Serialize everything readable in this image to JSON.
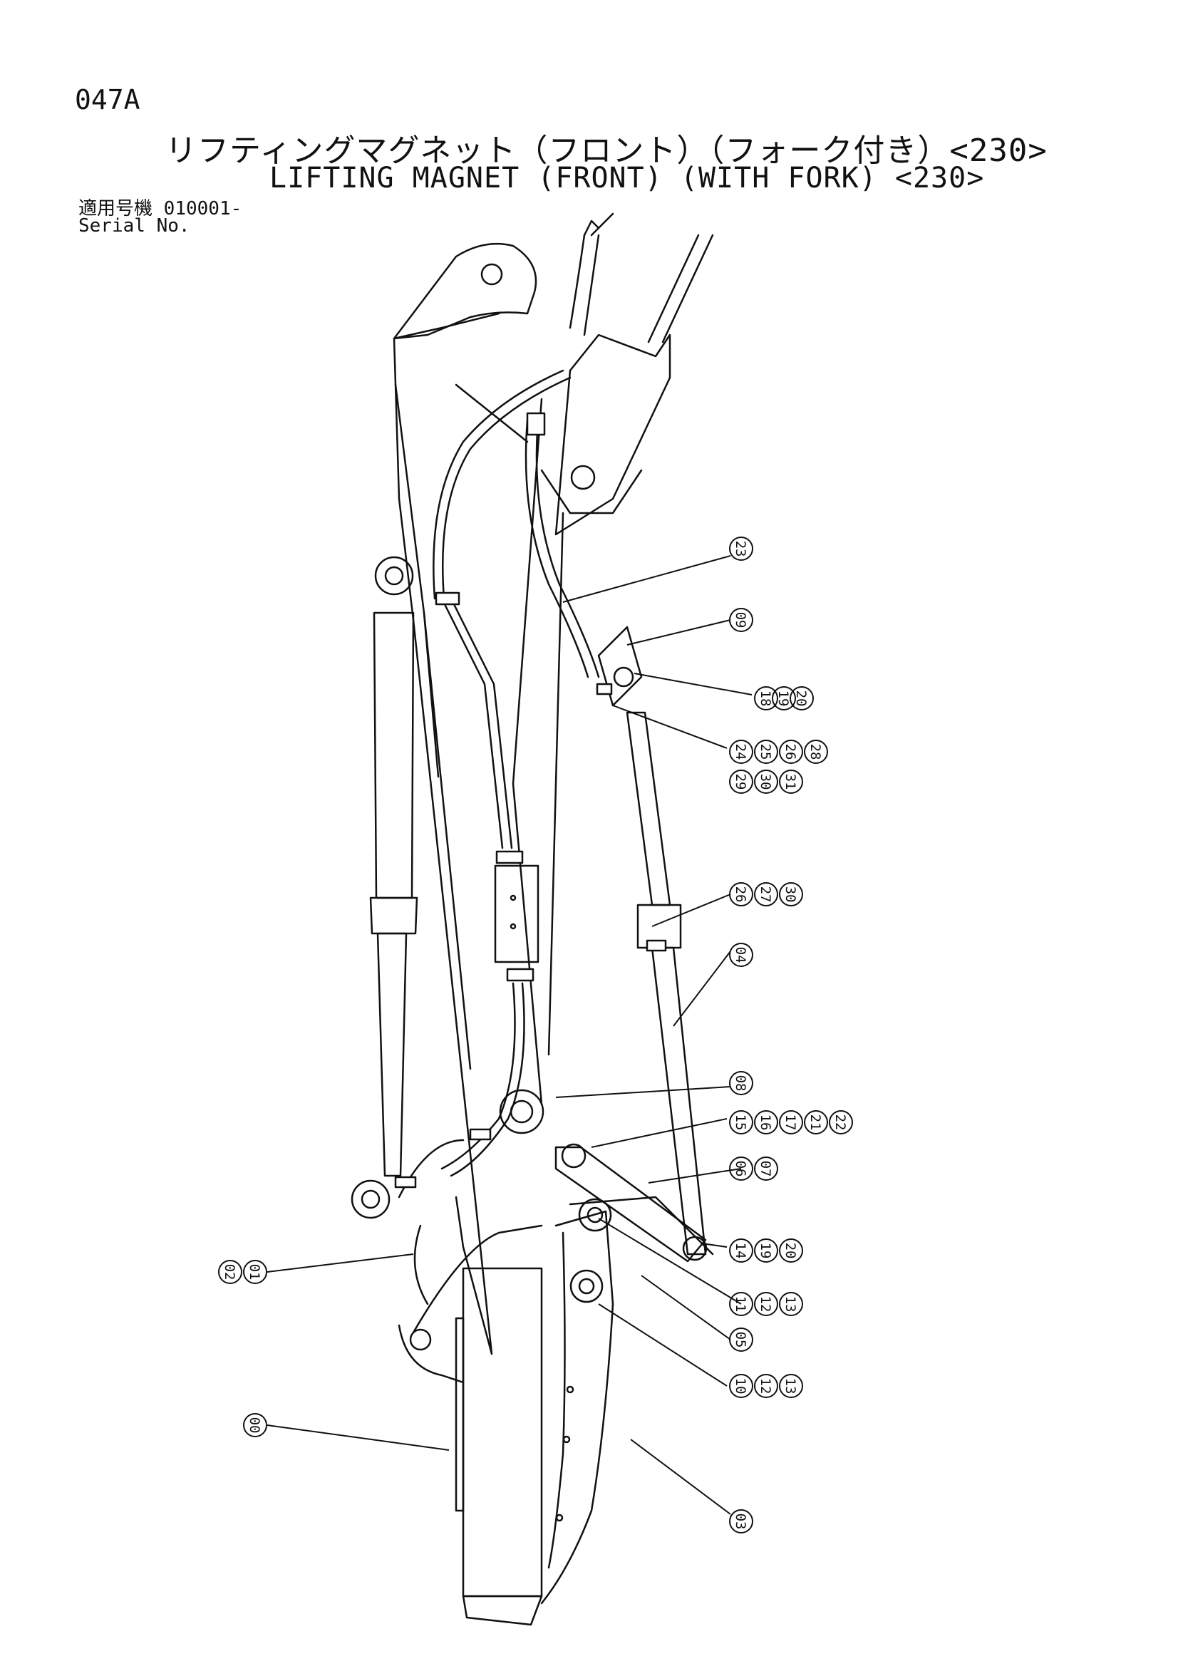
{
  "header": {
    "page_code": "047A",
    "title_jp": "リフティングマグネット（フロント）（フォーク付き）<230>",
    "title_en": "LIFTING MAGNET (FRONT) (WITH FORK) <230>",
    "serial_label_jp": "適用号機",
    "serial_value": "010001-",
    "serial_label_en": "Serial No."
  },
  "callouts": [
    {
      "id": "c23",
      "labels": [
        "23"
      ]
    },
    {
      "id": "c09",
      "labels": [
        "09"
      ]
    },
    {
      "id": "c18",
      "labels": [
        "18",
        "19",
        "20"
      ]
    },
    {
      "id": "c24",
      "labels": [
        "24",
        "25",
        "26",
        "28"
      ]
    },
    {
      "id": "c29",
      "labels": [
        "29",
        "30",
        "31"
      ]
    },
    {
      "id": "c26",
      "labels": [
        "26",
        "27",
        "30"
      ]
    },
    {
      "id": "c04",
      "labels": [
        "04"
      ]
    },
    {
      "id": "c08",
      "labels": [
        "08"
      ]
    },
    {
      "id": "c15",
      "labels": [
        "15",
        "16",
        "17",
        "21",
        "22"
      ]
    },
    {
      "id": "c06",
      "labels": [
        "06",
        "07"
      ]
    },
    {
      "id": "c14",
      "labels": [
        "14",
        "19",
        "20"
      ]
    },
    {
      "id": "c11",
      "labels": [
        "11",
        "12",
        "13"
      ]
    },
    {
      "id": "c05",
      "labels": [
        "05"
      ]
    },
    {
      "id": "c10",
      "labels": [
        "10",
        "12",
        "13"
      ]
    },
    {
      "id": "c02",
      "labels": [
        "02",
        "01"
      ]
    },
    {
      "id": "c00",
      "labels": [
        "00"
      ]
    },
    {
      "id": "c03",
      "labels": [
        "03"
      ]
    }
  ]
}
